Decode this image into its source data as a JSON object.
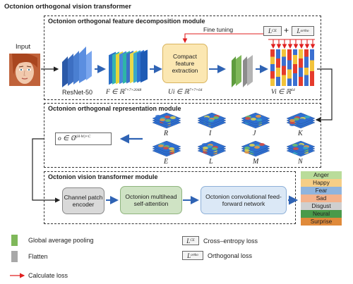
{
  "title": "Octonion orthogonal vision transformer",
  "input_label": "Input",
  "modules": {
    "decomposition": "Octonion orthogonal feature decomposition module",
    "representation": "Octonion orthogonal representation module",
    "transformer": "Octonion vision transformer module"
  },
  "labels": {
    "resnet": "ResNet-50",
    "F": "F ∈ ℝ7×7×2048",
    "F_main": "F ∈ ℝ",
    "F_sup": "7×7×2048",
    "fine_tuning": "Fine tuning",
    "compact": "Compact feature extraction",
    "U_main": "Ui ∈ ℝ",
    "U_sup": "7×7×64",
    "V_main": "Vi ∈ ℝ",
    "V_sup": "64",
    "o_main": "o ∈ 𝕆",
    "o_sup": "(H·W)×C",
    "plus": "+",
    "L_ce_box": "LCE",
    "L_ortho_box": "Lortho"
  },
  "octonion_parts": [
    "R",
    "I",
    "J",
    "K",
    "E",
    "L",
    "M",
    "N"
  ],
  "transformer_blocks": {
    "channel": "Channel patch encoder",
    "attention": "Octonion multihead self-attention",
    "ffn": "Octonion convolutional feed-forward network"
  },
  "emotions": [
    {
      "label": "Anger",
      "color": "#b9dc9a"
    },
    {
      "label": "Happy",
      "color": "#f6ce86"
    },
    {
      "label": "Fear",
      "color": "#8fb4de"
    },
    {
      "label": "Sad",
      "color": "#f4b28c"
    },
    {
      "label": "Disgust",
      "color": "#cfcfcf"
    },
    {
      "label": "Neural",
      "color": "#4a9a4a"
    },
    {
      "label": "Surprise",
      "color": "#e08a3a"
    }
  ],
  "legend": {
    "gap": "Global average pooling",
    "flatten": "Flatten",
    "calc_loss": "Calculate loss",
    "ce": "Cross–entropy loss",
    "ortho": "Orthogonal loss"
  },
  "colors": {
    "resnet_blue": "#3d6fc2",
    "gap_green": "#7fb85a",
    "flatten_gray": "#a8a8a8",
    "loss_arrow": "#e02020",
    "flow_arrow": "#2f63b4"
  }
}
